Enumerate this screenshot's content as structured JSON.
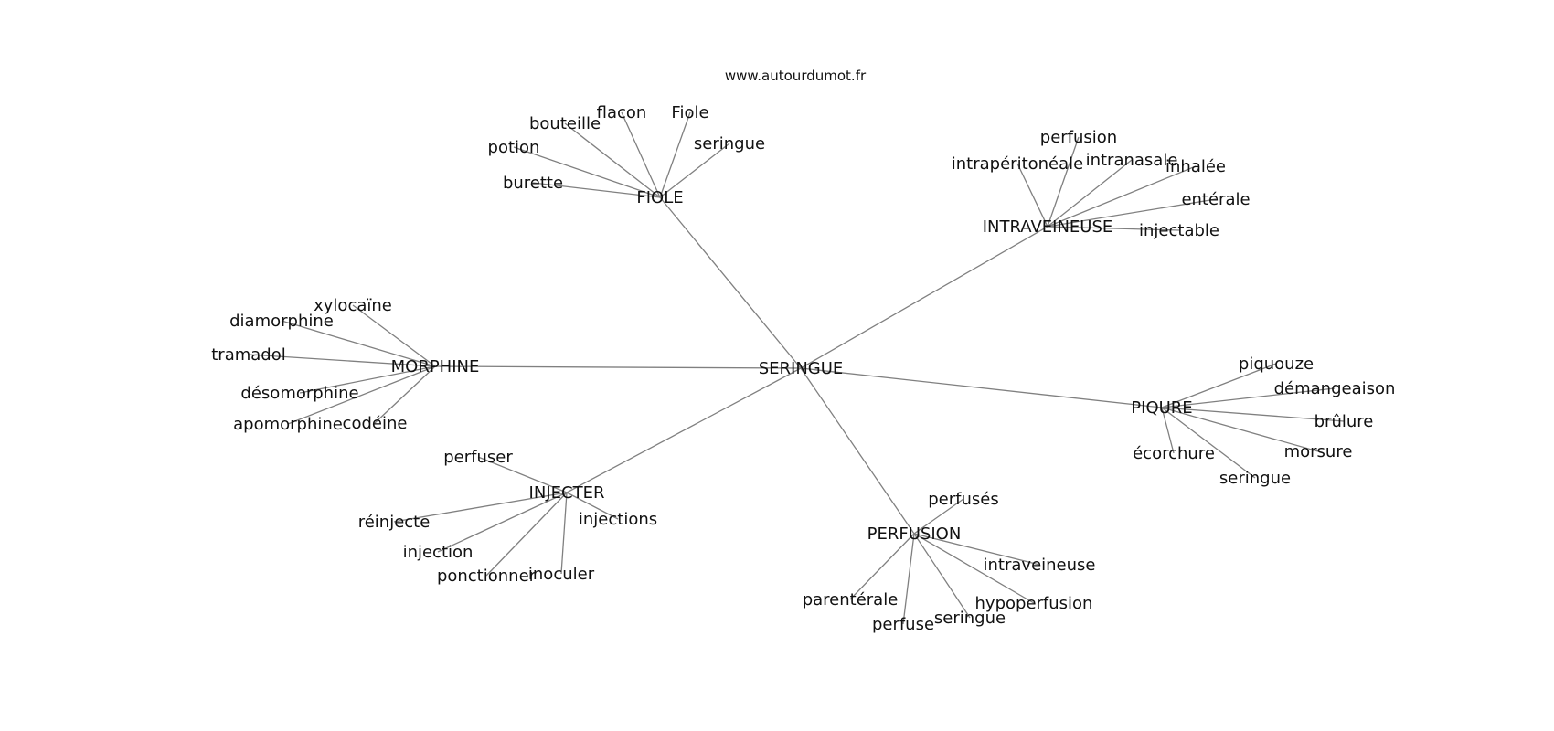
{
  "watermark": "www.autourdumot.fr",
  "center": "SERINGUE",
  "hubs": [
    {
      "id": "fiole",
      "label": "FIOLE",
      "leaves": [
        "flacon",
        "Fiole",
        "bouteille",
        "seringue",
        "potion",
        "burette"
      ]
    },
    {
      "id": "intraveineuse",
      "label": "INTRAVEINEUSE",
      "leaves": [
        "perfusion",
        "intrapéritonéale",
        "intranasale",
        "inhalée",
        "entérale",
        "injectable"
      ]
    },
    {
      "id": "morphine",
      "label": "MORPHINE",
      "leaves": [
        "xylocaïne",
        "diamorphine",
        "tramadol",
        "désomorphine",
        "apomorphine",
        "codéine"
      ]
    },
    {
      "id": "piqure",
      "label": "PIQURE",
      "leaves": [
        "piquouze",
        "démangeaison",
        "brûlure",
        "morsure",
        "écorchure",
        "seringue"
      ]
    },
    {
      "id": "injecter",
      "label": "INJECTER",
      "leaves": [
        "perfuser",
        "réinjecte",
        "injections",
        "injection",
        "ponctionner",
        "inoculer"
      ]
    },
    {
      "id": "perfusion",
      "label": "PERFUSION",
      "leaves": [
        "perfusés",
        "intraveineuse",
        "hypoperfusion",
        "parentérale",
        "perfuse",
        "seringue"
      ]
    }
  ]
}
